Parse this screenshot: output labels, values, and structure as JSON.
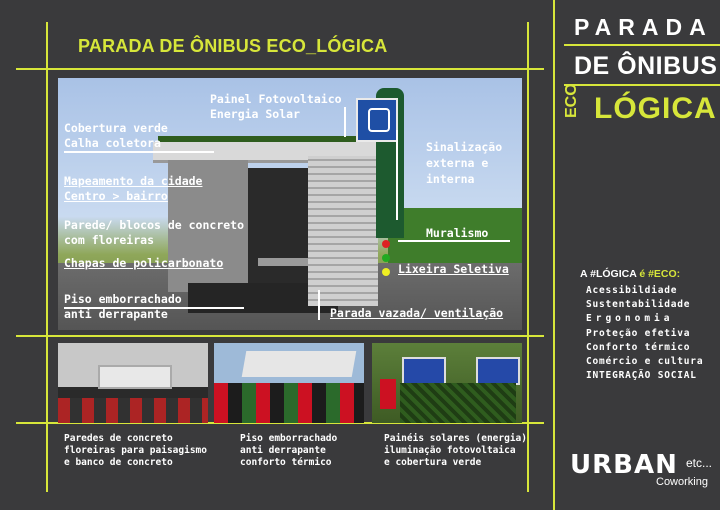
{
  "header": {
    "title": "PARADA DE ÔNIBUS  ECO_LÓGICA"
  },
  "side": {
    "line1": "PARADA",
    "line2": "DE ÔNIBUS",
    "eco": "ECO",
    "line3": "LÓGICA"
  },
  "labels": {
    "painel": [
      "Painel Fotovoltaico",
      "Energia Solar"
    ],
    "cobertura": [
      "Cobertura verde",
      "Calha coletora"
    ],
    "mapeamento": [
      "Mapeamento da cidade",
      "Centro > bairro"
    ],
    "parede": [
      "Parede/ blocos de concreto",
      "com floreiras"
    ],
    "chapas": "Chapas de policarbonato",
    "piso": [
      "Piso emborrachado",
      "anti derrapante"
    ],
    "sinalizacao": [
      "Sinalização",
      "externa e",
      "interna"
    ],
    "muralismo": "Muralismo",
    "lixeira": "Lixeira Seletiva",
    "parada": "Parada vazada/ ventilação"
  },
  "list": {
    "heading_a": "A #LÓGICA",
    "heading_b": " é #ECO:",
    "items": [
      "Acessibildiade",
      "Sustentabilidade",
      "Ergonomia",
      "Proteção efetiva",
      "Conforto térmico",
      "Comércio e cultura",
      "INTEGRAÇÃO SOCIAL"
    ]
  },
  "captions": {
    "c1": [
      "Paredes de concreto",
      "floreiras para paisagismo",
      "e banco de concreto"
    ],
    "c2": [
      "Piso emborrachado",
      "anti derrapante",
      "conforto térmico"
    ],
    "c3": [
      "Painéis solares (energia)",
      "iluminação fotovoltaica",
      "e cobertura verde"
    ]
  },
  "logo": {
    "brand": "URBAN",
    "etc": "etc...",
    "coworking": "Coworking"
  },
  "colors": {
    "accent": "#d7e63a",
    "background": "#3a3a3c"
  }
}
